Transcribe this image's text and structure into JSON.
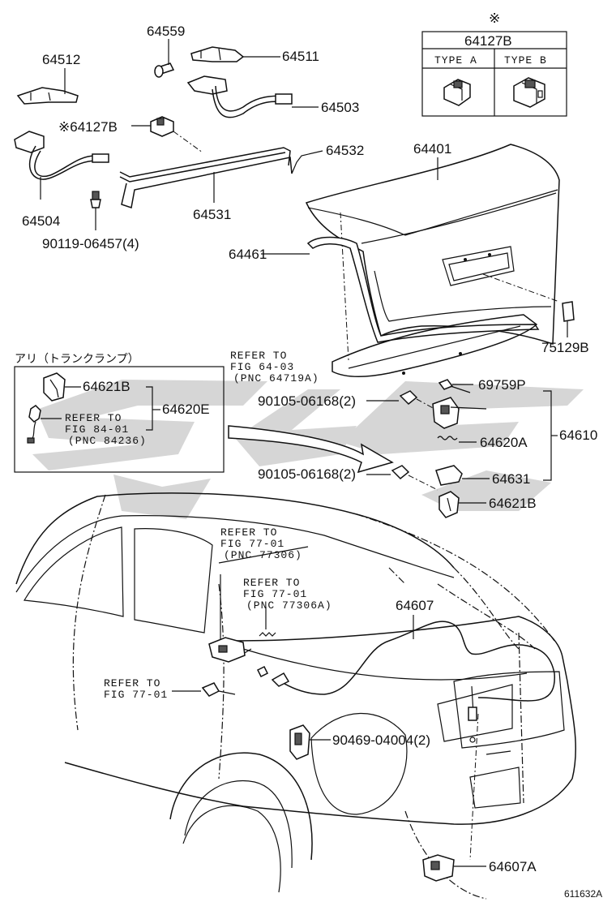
{
  "legend_box": {
    "mark": "※",
    "title": "64127B",
    "type_a": "TYPE A",
    "type_b": "TYPE B"
  },
  "labels": {
    "p64559": "64559",
    "p64512": "64512",
    "p64511": "64511",
    "p64503": "64503",
    "p64127b": "※64127B",
    "p64532": "64532",
    "p64401": "64401",
    "p64504": "64504",
    "p64531": "64531",
    "p9011906457": "90119-06457(4)",
    "p64461": "64461",
    "p75129b": "75129B",
    "p69759p": "69759P",
    "p9010506168a": "90105-06168(2)",
    "p64610": "64610",
    "p64620a": "64620A",
    "p9010506168b": "90105-06168(2)",
    "p64631": "64631",
    "p64621b_main": "64621B",
    "p64607": "64607",
    "p9046904004": "90469-04004(2)",
    "p64607a": "64607A",
    "drawing_no": "611632A"
  },
  "refer_64_03": {
    "line1": "REFER TO",
    "line2": "FIG 64-03",
    "line3": "(PNC 64719A)"
  },
  "trunk_lamp_box": {
    "title": "アリ（トランクランプ）",
    "p64621b": "64621B",
    "p64620e": "64620E",
    "line1": "REFER TO",
    "line2": "FIG 84-01",
    "line3": "(PNC 84236)"
  },
  "refer_77306": {
    "line1": "REFER TO",
    "line2": "FIG 77-01",
    "line3": "(PNC 77306)"
  },
  "refer_77306a": {
    "line1": "REFER TO",
    "line2": "FIG 77-01",
    "line3": "(PNC 77306A)"
  },
  "refer_77_01": {
    "line1": "REFER TO",
    "line2": "FIG 77-01"
  },
  "watermark": {
    "color": "#cfcfcf"
  }
}
